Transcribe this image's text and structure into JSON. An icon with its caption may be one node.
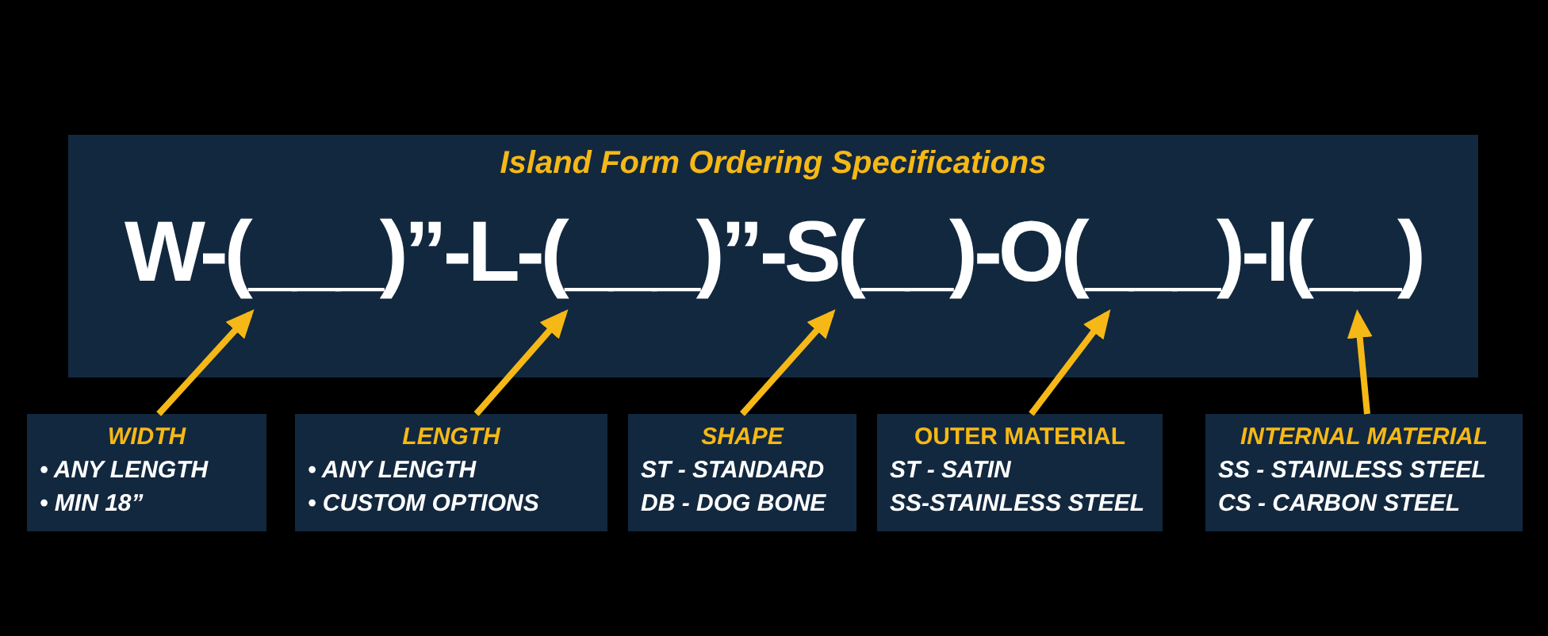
{
  "diagram": {
    "nodes": [
      {
        "text": [
          "Island Form Ordering Specifications",
          "W-(___)”-L-(___)”-S(__)-O(___)-I(__)"
        ]
      },
      {
        "text": [
          "WIDTH",
          "• ANY LENGTH",
          "• MIN 18”"
        ]
      },
      {
        "text": [
          "LENGTH",
          "• ANY LENGTH",
          "• CUSTOM OPTIONS"
        ]
      },
      {
        "text": [
          "SHAPE",
          "ST - STANDARD",
          "DB - DOG BONE"
        ]
      },
      {
        "text": [
          "OUTER MATERIAL",
          "ST - SATIN",
          "SS-STAINLESS STEEL"
        ]
      },
      {
        "text": [
          "INTERNAL MATERIAL",
          "SS - STAINLESS STEEL",
          "CS - CARBON STEEL"
        ]
      }
    ],
    "edges": [
      {
        "from": 1,
        "to": 0,
        "arrow": "to"
      },
      {
        "from": 2,
        "to": 0,
        "arrow": "to"
      },
      {
        "from": 3,
        "to": 0,
        "arrow": "to"
      },
      {
        "from": 4,
        "to": 0,
        "arrow": "to"
      },
      {
        "from": 5,
        "to": 0,
        "arrow": "to"
      }
    ]
  }
}
